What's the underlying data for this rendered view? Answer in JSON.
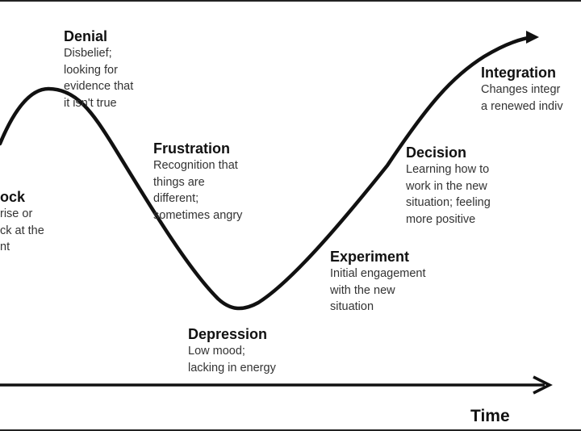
{
  "stages": [
    {
      "title": "ock",
      "lines": [
        "rise or",
        "ck at the",
        "nt"
      ]
    },
    {
      "title": "Denial",
      "lines": [
        "Disbelief;",
        "looking for",
        "evidence that",
        "it isn't true"
      ]
    },
    {
      "title": "Frustration",
      "lines": [
        "Recognition that",
        "things are",
        "different;",
        "sometimes angry"
      ]
    },
    {
      "title": "Depression",
      "lines": [
        "Low mood;",
        "lacking in energy"
      ]
    },
    {
      "title": "Experiment",
      "lines": [
        "Initial engagement",
        "with the new",
        "situation"
      ]
    },
    {
      "title": "Decision",
      "lines": [
        "Learning how to",
        "work in the new",
        "situation; feeling",
        "more positive"
      ]
    },
    {
      "title": "Integration",
      "lines": [
        "Changes integr",
        "a renewed indiv"
      ]
    }
  ],
  "axis": {
    "x_label": "Time"
  }
}
